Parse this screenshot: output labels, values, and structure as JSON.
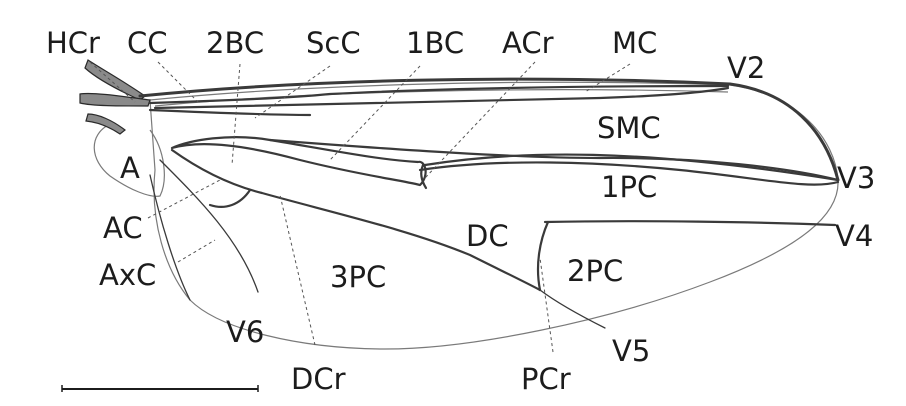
{
  "figure": {
    "labels": {
      "HCr": "HCr",
      "CC": "CC",
      "2BC": "2BC",
      "ScC": "ScC",
      "1BC": "1BC",
      "ACr": "ACr",
      "MC": "MC",
      "V2": "V2",
      "SMC": "SMC",
      "A": "A",
      "V3": "V3",
      "1PC": "1PC",
      "AC": "AC",
      "DC": "DC",
      "V4": "V4",
      "AxC": "AxC",
      "3PC": "3PC",
      "2PC": "2PC",
      "V6": "V6",
      "V5": "V5",
      "DCr": "DCr",
      "PCr": "PCr"
    }
  }
}
